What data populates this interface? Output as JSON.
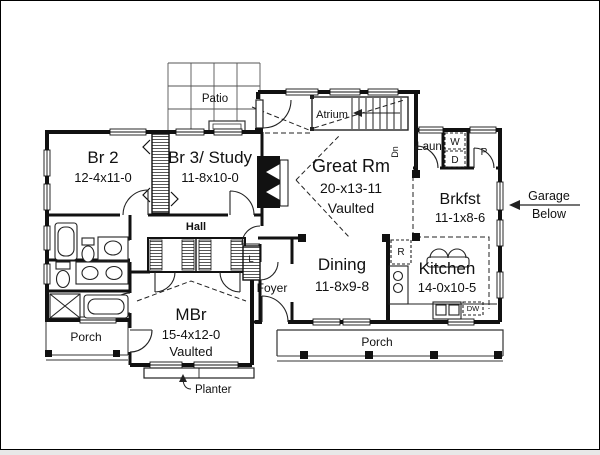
{
  "colors": {
    "ink": "#111111",
    "paper": "#ffffff"
  },
  "rooms": {
    "br2": {
      "name": "Br 2",
      "dims": "12-4x11-0"
    },
    "br3": {
      "name": "Br 3/ Study",
      "dims": "11-8x10-0"
    },
    "great": {
      "name": "Great Rm",
      "dims": "20-x13-11",
      "note": "Vaulted"
    },
    "mbr": {
      "name": "MBr",
      "dims": "15-4x12-0",
      "note": "Vaulted"
    },
    "dining": {
      "name": "Dining",
      "dims": "11-8x9-8"
    },
    "kitchen": {
      "name": "Kitchen",
      "dims": "14-0x10-5"
    },
    "brkfst": {
      "name": "Brkfst",
      "dims": "11-1x8-6"
    },
    "hall": {
      "name": "Hall"
    },
    "foyer": {
      "name": "Foyer"
    },
    "laun": {
      "name": "Laun"
    },
    "patio": {
      "name": "Patio"
    },
    "atrium": {
      "name": "Atrium"
    },
    "porch_left": {
      "name": "Porch"
    },
    "porch_front": {
      "name": "Porch"
    }
  },
  "labels": {
    "garage_top": "Garage",
    "garage_bottom": "Below",
    "planter": "Planter",
    "down": "Dn",
    "washer": "W",
    "dryer": "D",
    "pantry": "P",
    "fridge": "R",
    "dishwasher": "DW",
    "linen": "L"
  }
}
